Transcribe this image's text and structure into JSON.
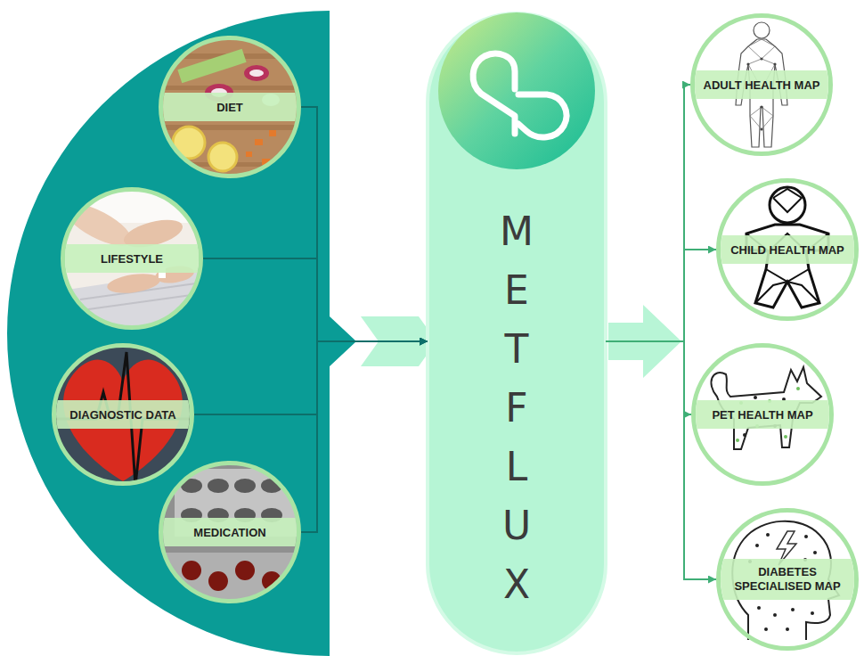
{
  "diagram": {
    "nodes": [
      {
        "text": [
          "DIET"
        ]
      },
      {
        "text": [
          "LIFESTYLE"
        ]
      },
      {
        "text": [
          "DIAGNOSTIC DATA"
        ]
      },
      {
        "text": [
          "MEDICATION"
        ]
      },
      {
        "text": [
          "METFLUX"
        ]
      },
      {
        "text": [
          "ADULT HEALTH MAP"
        ]
      },
      {
        "text": [
          "CHILD HEALTH MAP"
        ]
      },
      {
        "text": [
          "PET HEALTH MAP"
        ]
      },
      {
        "text": [
          "DIABETES SPECIALISED MAP"
        ]
      }
    ],
    "edges": [
      {
        "from": 0,
        "to": 4,
        "arrow": "to"
      },
      {
        "from": 1,
        "to": 4,
        "arrow": "to"
      },
      {
        "from": 2,
        "to": 4,
        "arrow": "to"
      },
      {
        "from": 3,
        "to": 4,
        "arrow": "to"
      },
      {
        "from": 4,
        "to": 5,
        "arrow": "to"
      },
      {
        "from": 4,
        "to": 6,
        "arrow": "to"
      },
      {
        "from": 4,
        "to": 7,
        "arrow": "to"
      },
      {
        "from": 4,
        "to": 8,
        "arrow": "to"
      }
    ]
  }
}
